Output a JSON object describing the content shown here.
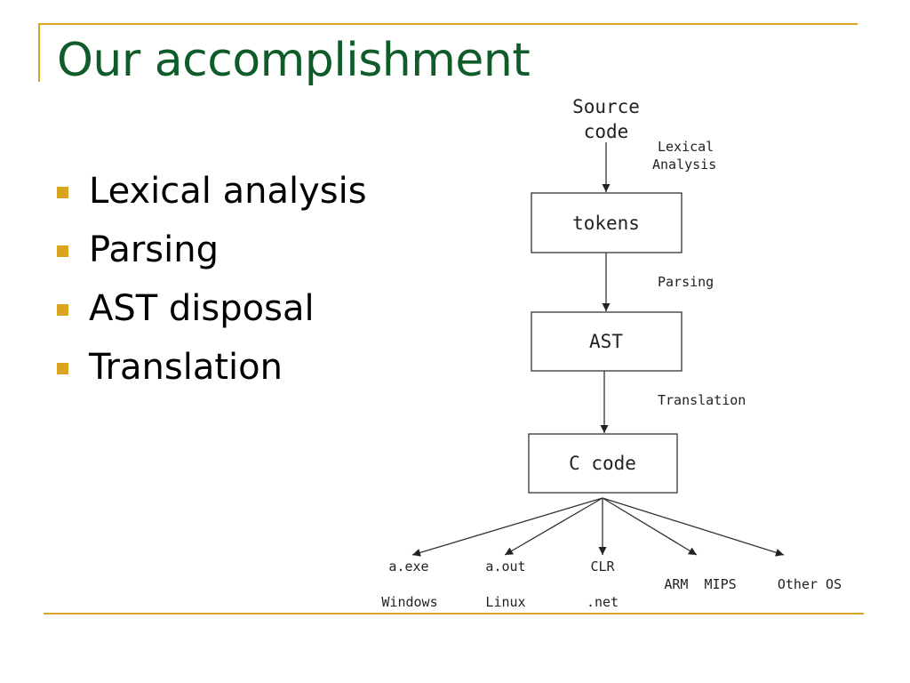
{
  "slide": {
    "title": "Our accomplishment",
    "bullets": [
      "Lexical analysis",
      "Parsing",
      "AST disposal",
      "Translation"
    ]
  },
  "diagram": {
    "source_line1": "Source",
    "source_line2": "code",
    "step_lexical_line1": "Lexical",
    "step_lexical_line2": "Analysis",
    "box_tokens": "tokens",
    "step_parsing": "Parsing",
    "box_ast": "AST",
    "step_translation": "Translation",
    "box_c_code": "C code",
    "targets": [
      {
        "output": "a.exe",
        "platform": "Windows"
      },
      {
        "output": "a.out",
        "platform": "Linux"
      },
      {
        "output": "CLR",
        "platform": ".net"
      },
      {
        "output": "ARM  MIPS",
        "platform": ""
      },
      {
        "output": "Other OS",
        "platform": ""
      }
    ]
  },
  "colors": {
    "title": "#0f5c2a",
    "accent_gold": "#d9a520",
    "text": "#000000",
    "diagram_line": "#333333"
  }
}
